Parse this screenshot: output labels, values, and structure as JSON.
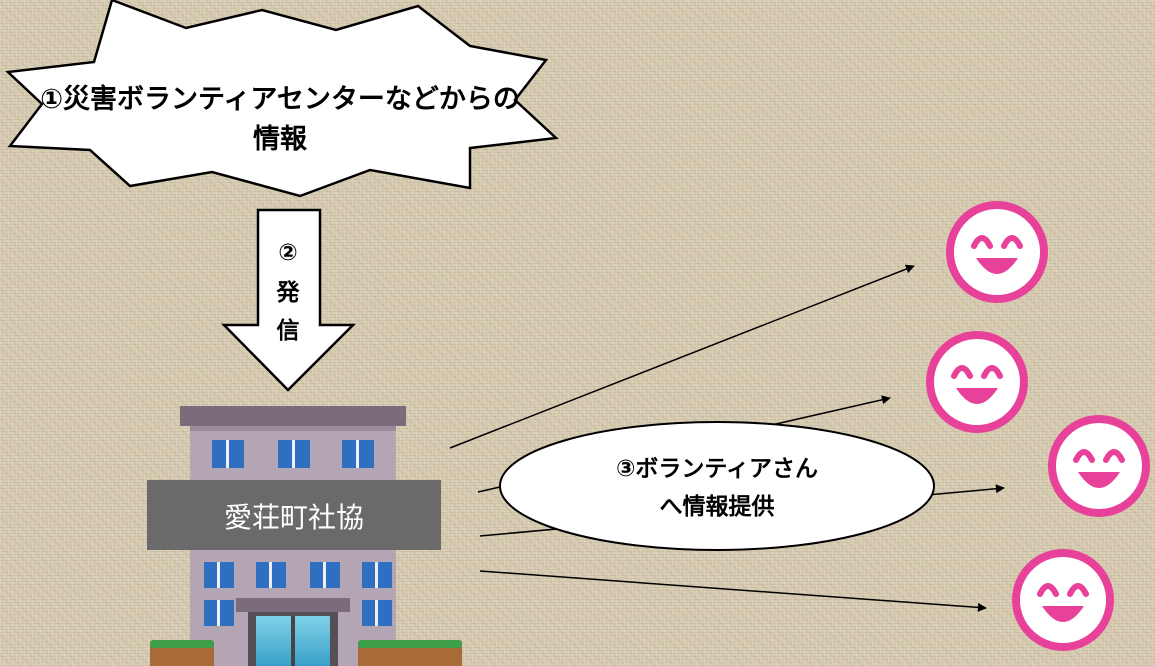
{
  "burst": {
    "line1": "①災害ボランティアセンターなどからの",
    "line2": "情報"
  },
  "arrow": {
    "char1": "②",
    "char2": "発",
    "char3": "信"
  },
  "building": {
    "sign": "愛荘町社協"
  },
  "bubble": {
    "line1": "③ボランティアさん",
    "line2": "へ情報提供"
  },
  "colors": {
    "face": "#e8419a",
    "building_wall": "#b3a5b3",
    "building_roof": "#7b6c7b",
    "sign_band": "#6a6a6a",
    "window": "#2e6fc2"
  }
}
